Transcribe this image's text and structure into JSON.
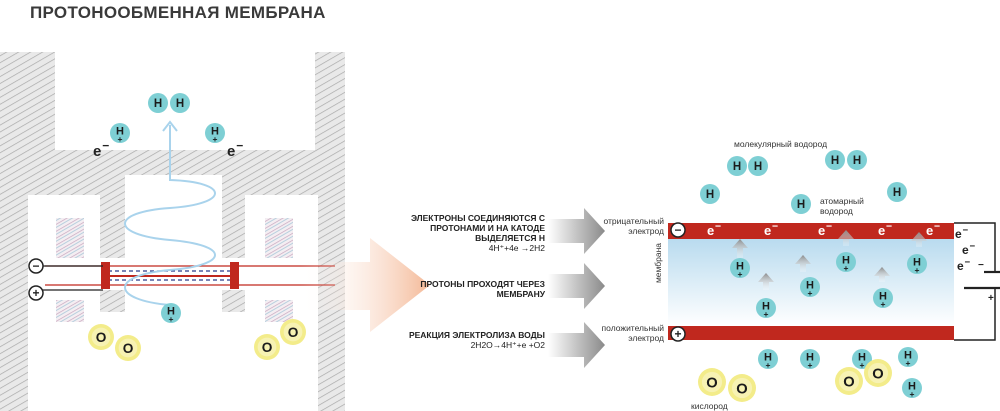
{
  "title": "ПРОТОНООБМЕННАЯ МЕМБРАНА",
  "symbols": {
    "hydrogen": "H",
    "oxygen": "O",
    "electron": "e",
    "minus": "−",
    "plus": "+"
  },
  "left_apparatus": {
    "terminal_negative": "−",
    "terminal_positive": "+"
  },
  "callouts": [
    {
      "text": "ЭЛЕКТРОНЫ СОЕДИНЯЮТСЯ С ПРОТОНАМИ И НА КАТОДЕ ВЫДЕЛЯЕТСЯ Н",
      "formula": "4H⁺+4e →2H2"
    },
    {
      "text": "ПРОТОНЫ ПРОХОДЯТ ЧЕРЕЗ МЕМБРАНУ",
      "formula": ""
    },
    {
      "text": "РЕАКЦИЯ ЭЛЕКТРОЛИЗА ВОДЫ",
      "formula": "2H2O→4H⁺+e +O2"
    }
  ],
  "labels": {
    "molecular_hydrogen": "молекулярный водород",
    "atomic_hydrogen": "атомарный водород",
    "negative_electrode": "отрицательный электрод",
    "positive_electrode": "положительный электрод",
    "membrane": "мембрана",
    "oxygen": "кислород"
  },
  "colors": {
    "electrode_red": "#c0281e",
    "ion_cyan": "#7ecfd4",
    "oxygen_yellow": "#f3ec8a",
    "membrane_blue": "#cde6f4",
    "arrow_grey": "#9a9a9a",
    "flow_orange": "#f4b896",
    "hatch_grey": "#bdbdbd"
  }
}
